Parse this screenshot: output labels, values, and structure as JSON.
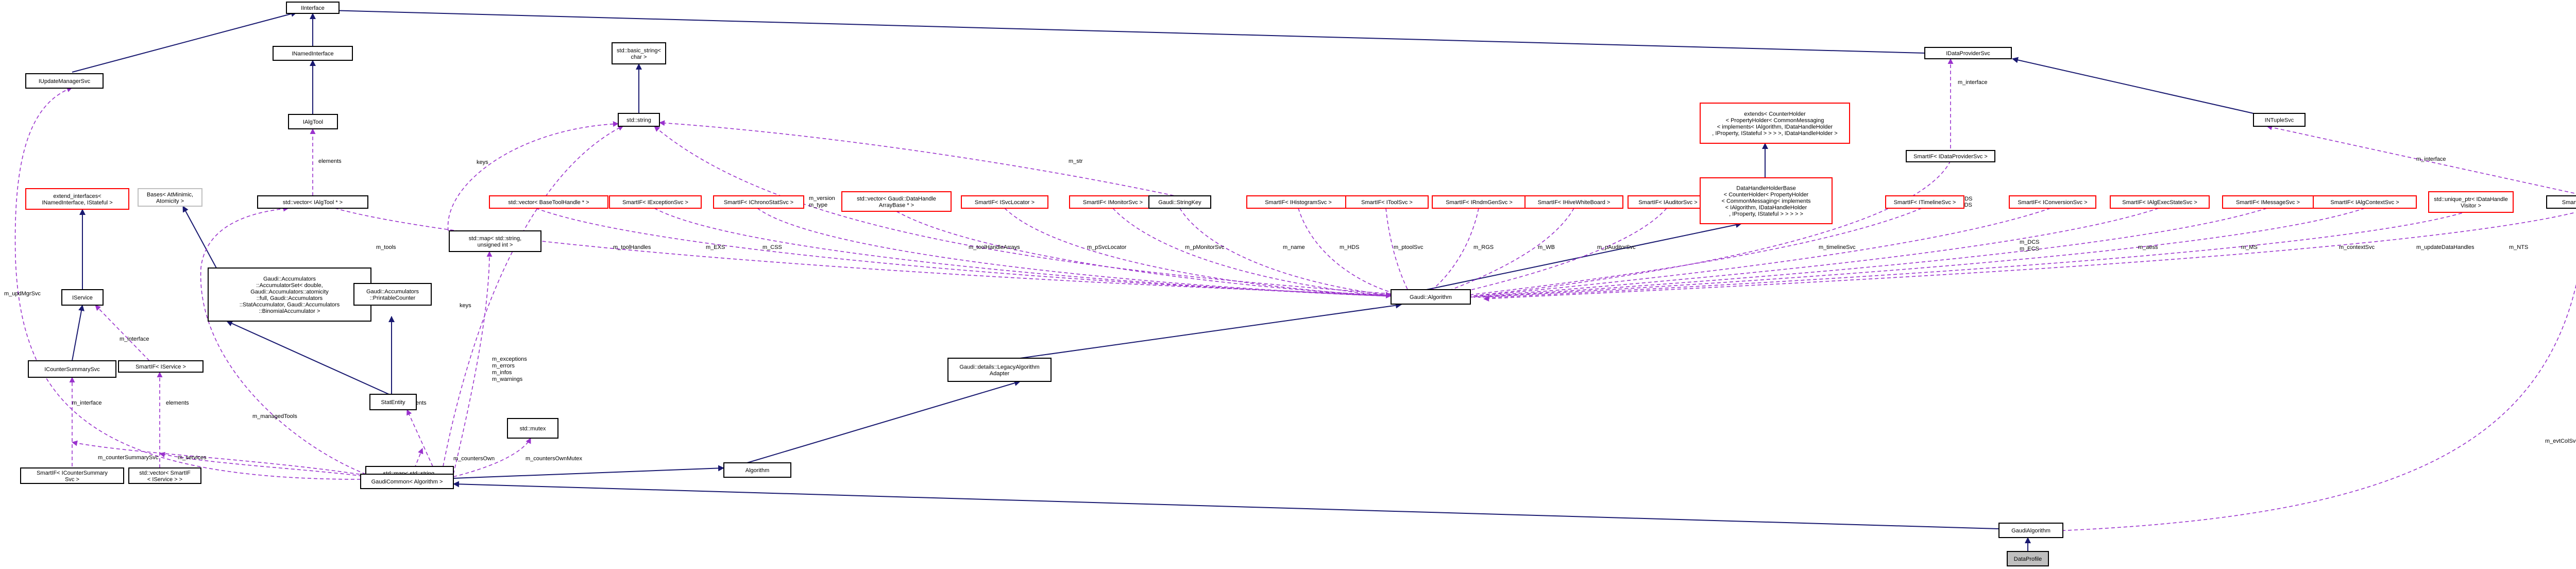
{
  "colors": {
    "background": "#ffffff",
    "node_border_black": "#000000",
    "node_border_red": "#ff0000",
    "node_border_gray": "#bfbfbf",
    "node_fill": "#ffffff",
    "node_fill_selected": "#bfbfbf",
    "inherit_edge": "#191970",
    "usage_edge": "#9a32cd",
    "text": "#000000"
  },
  "nodes": [
    {
      "id": "IInterface",
      "lines": [
        "IInterface"
      ],
      "border": "black"
    },
    {
      "id": "INamedInterface",
      "lines": [
        "INamedInterface"
      ],
      "border": "black"
    },
    {
      "id": "IAlgTool",
      "lines": [
        "IAlgTool"
      ],
      "border": "black"
    },
    {
      "id": "IUpdateManagerSvc",
      "lines": [
        "IUpdateManagerSvc"
      ],
      "border": "black"
    },
    {
      "id": "basic_string",
      "lines": [
        "std::basic_string<",
        "char >"
      ],
      "border": "black"
    },
    {
      "id": "string",
      "lines": [
        "std::string"
      ],
      "border": "black"
    },
    {
      "id": "IDataProviderSvc",
      "lines": [
        "IDataProviderSvc"
      ],
      "border": "black"
    },
    {
      "id": "INTupleSvc",
      "lines": [
        "INTupleSvc"
      ],
      "border": "black"
    },
    {
      "id": "extendsCH",
      "lines": [
        "extends< CounterHolder",
        "< PropertyHolder< CommonMessaging",
        "< implements< IAlgorithm, IDataHandleHolder",
        ", IProperty, IStateful > > > >, IDataHandleHolder >"
      ],
      "border": "red"
    },
    {
      "id": "SmartIFDP",
      "lines": [
        "SmartIF< IDataProviderSvc >"
      ],
      "border": "black"
    },
    {
      "id": "extend_interfaces",
      "lines": [
        "extend_interfaces<",
        "INamedInterface, IStateful >"
      ],
      "border": "red"
    },
    {
      "id": "BasesAtomic",
      "lines": [
        "Bases< AtMinimic,",
        "Atomicity >"
      ],
      "border": "gray"
    },
    {
      "id": "vecIAlgTool",
      "lines": [
        "std::vector< IAlgTool * >"
      ],
      "border": "black"
    },
    {
      "id": "vecBaseToolHandle",
      "lines": [
        "std::vector< BaseToolHandle * >"
      ],
      "border": "red"
    },
    {
      "id": "SmartIFException",
      "lines": [
        "SmartIF< IExceptionSvc >"
      ],
      "border": "red"
    },
    {
      "id": "SmartIFChrono",
      "lines": [
        "SmartIF< IChronoStatSvc >"
      ],
      "border": "red"
    },
    {
      "id": "vecDataHandle",
      "lines": [
        "std::vector< Gaudi::DataHandle",
        "ArrayBase * >"
      ],
      "border": "red"
    },
    {
      "id": "SmartIFSvcLocator",
      "lines": [
        "SmartIF< ISvcLocator >"
      ],
      "border": "red"
    },
    {
      "id": "SmartIFMonitor",
      "lines": [
        "SmartIF< IMonitorSvc >"
      ],
      "border": "red"
    },
    {
      "id": "StringKey",
      "lines": [
        "Gaudi::StringKey"
      ],
      "border": "black"
    },
    {
      "id": "SmartIFHisto",
      "lines": [
        "SmartIF< IHistogramSvc >"
      ],
      "border": "red"
    },
    {
      "id": "SmartIFTool",
      "lines": [
        "SmartIF< IToolSvc >"
      ],
      "border": "red"
    },
    {
      "id": "SmartIFRndm",
      "lines": [
        "SmartIF< IRndmGenSvc >"
      ],
      "border": "red"
    },
    {
      "id": "SmartIFHive",
      "lines": [
        "SmartIF< IHiveWhiteBoard >"
      ],
      "border": "red"
    },
    {
      "id": "SmartIFAudit",
      "lines": [
        "SmartIF< IAuditorSvc >"
      ],
      "border": "red"
    },
    {
      "id": "DataHandleHolderBase",
      "lines": [
        "DataHandleHolderBase",
        "< CounterHolder< PropertyHolder",
        "< CommonMessaging< implements",
        "< IAlgorithm, IDataHandleHolder",
        ", IProperty, IStateful > > > > >"
      ],
      "border": "red"
    },
    {
      "id": "SmartIFTimeline",
      "lines": [
        "SmartIF< ITimelineSvc >"
      ],
      "border": "red"
    },
    {
      "id": "SmartIFConversion",
      "lines": [
        "SmartIF< IConversionSvc >"
      ],
      "border": "red"
    },
    {
      "id": "SmartIFAlgExec",
      "lines": [
        "SmartIF< IAlgExecStateSvc >"
      ],
      "border": "red"
    },
    {
      "id": "SmartIFMessage",
      "lines": [
        "SmartIF< IMessageSvc >"
      ],
      "border": "red"
    },
    {
      "id": "SmartIFAlgContext",
      "lines": [
        "SmartIF< IAlgContextSvc >"
      ],
      "border": "red"
    },
    {
      "id": "uniquePtrVisitor",
      "lines": [
        "std::unique_ptr< IDataHandle",
        "Visitor >"
      ],
      "border": "red"
    },
    {
      "id": "SmartIFNTuple",
      "lines": [
        "SmartIF< INTupleSvc >"
      ],
      "border": "black"
    },
    {
      "id": "IService",
      "lines": [
        "IService"
      ],
      "border": "black"
    },
    {
      "id": "SmartIFIService",
      "lines": [
        "SmartIF< IService >"
      ],
      "border": "black"
    },
    {
      "id": "ICounterSummarySvc",
      "lines": [
        "ICounterSummarySvc"
      ],
      "border": "black"
    },
    {
      "id": "SmartIFCounterSummary",
      "lines": [
        "SmartIF< ICounterSummary",
        "Svc >"
      ],
      "border": "black"
    },
    {
      "id": "vecSmartIFService",
      "lines": [
        "std::vector< SmartIF",
        "< IService > >"
      ],
      "border": "black"
    },
    {
      "id": "mapStringUint",
      "lines": [
        "std::map< std::string,",
        "unsigned int >"
      ],
      "border": "black"
    },
    {
      "id": "Accumulators",
      "lines": [
        "Gaudi::Accumulators",
        "::AccumulatorSet< double,",
        "Gaudi::Accumulators::atomicity",
        "::full, Gaudi::Accumulators",
        "::StatAccumulator, Gaudi::Accumulators",
        "::BinomialAccumulator >"
      ],
      "border": "black"
    },
    {
      "id": "PrintableCounter",
      "lines": [
        "Gaudi::Accumulators",
        "::PrintableCounter"
      ],
      "border": "black"
    },
    {
      "id": "StatEntity",
      "lines": [
        "StatEntity"
      ],
      "border": "black"
    },
    {
      "id": "mapStringStatEntity",
      "lines": [
        "std::map< std::string,",
        "StatEntity >"
      ],
      "border": "black"
    },
    {
      "id": "mutex",
      "lines": [
        "std::mutex"
      ],
      "border": "black"
    },
    {
      "id": "GaudiAlgorithm",
      "lines": [
        "Gaudi::Algorithm"
      ],
      "border": "black"
    },
    {
      "id": "LegacyAlgorithmAdapter",
      "lines": [
        "Gaudi::details::LegacyAlgorithm",
        "Adapter"
      ],
      "border": "black"
    },
    {
      "id": "Algorithm",
      "lines": [
        "Algorithm"
      ],
      "border": "black"
    },
    {
      "id": "GaudiCommon",
      "lines": [
        "GaudiCommon< Algorithm >"
      ],
      "border": "black"
    },
    {
      "id": "GaudiAlgorithmDerived",
      "lines": [
        "GaudiAlgorithm"
      ],
      "border": "black"
    },
    {
      "id": "DataProfile",
      "lines": [
        "DataProfile"
      ],
      "border": "black",
      "selected": true
    }
  ],
  "edge_labels": {
    "interface_isvc": "m_interface",
    "interface_icsum": "m_interface",
    "elements_tools": "elements",
    "elements_svc": "elements",
    "elements_stat": "elements",
    "keys1": "keys",
    "keys2": "keys",
    "str": "m_str",
    "version_type": [
      "m_version",
      "m_type"
    ],
    "tools": "m_tools",
    "toolHandles": "m_toolHandles",
    "EXS": "m_EXS",
    "CSS": "m_CSS",
    "toolHandleArrays": "m_toolHandleArrays",
    "pSvcLocator": "m_pSvcLocator",
    "pMonitorSvc": "m_pMonitorSvc",
    "name": "m_name",
    "HDS": "m_HDS",
    "ptoolSvc": "m_ptoolSvc",
    "RGS": "m_RGS",
    "WB": "m_WB",
    "pAuditorSvc": "m_pAuditorSvc",
    "timelineSvc": "m_timelineSvc",
    "DDS_EDS": [
      "m_DDS",
      "m_EDS"
    ],
    "DCS_ECS": [
      "m_DCS",
      "m_ECS"
    ],
    "aess": "m_aess",
    "MS": "m_MS",
    "contextSvc": "m_contextSvc",
    "updateDataHandles": "m_updateDataHandles",
    "NTS": "m_NTS",
    "interface_dp": "m_interface",
    "interface_nt": "m_interface",
    "updMgrSvc": "m_updMgrSvc",
    "managedTools": "m_managedTools",
    "counterSummarySvc": "m_counterSummarySvc",
    "services": "m_services",
    "counters_group": [
      "m_exceptions",
      "m_errors",
      "m_infos",
      "m_warnings"
    ],
    "countersOwn": "m_countersOwn",
    "countersOwnMutex": "m_countersOwnMutex",
    "evtColSvc": "m_evtColSvc"
  }
}
